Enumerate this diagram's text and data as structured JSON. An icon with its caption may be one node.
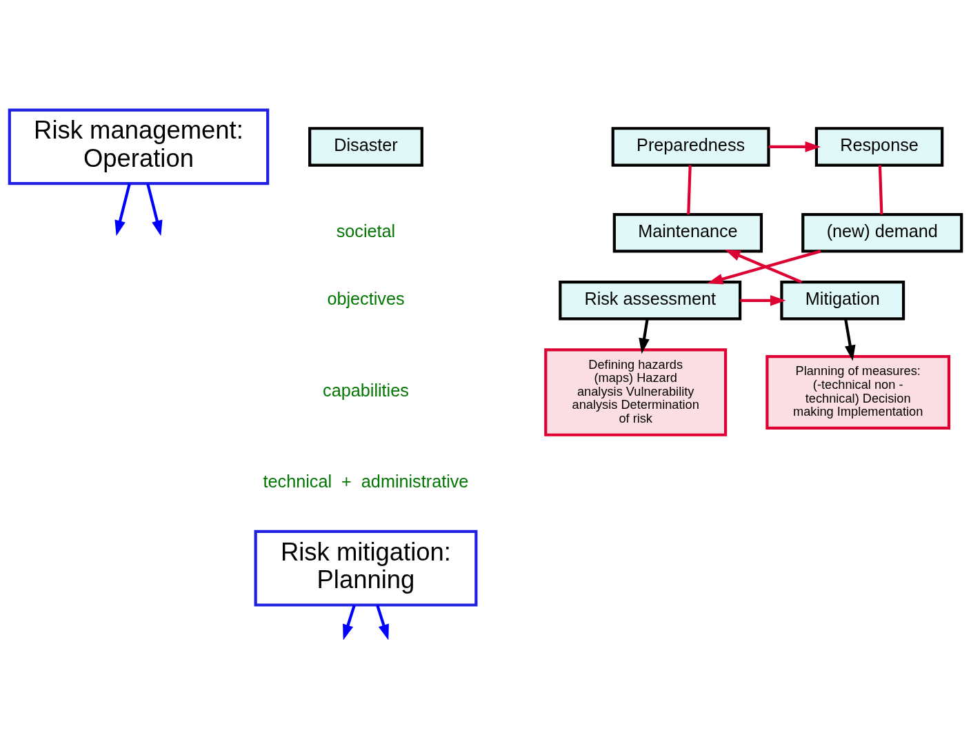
{
  "diagram": {
    "nodes": [
      {
        "text": [
          "Risk management: Operation"
        ]
      },
      {
        "text": [
          "Disaster"
        ]
      },
      {
        "text": [
          "Preparedness"
        ]
      },
      {
        "text": [
          "Response"
        ]
      },
      {
        "text": [
          "Maintenance"
        ]
      },
      {
        "text": [
          "(new) demand"
        ]
      },
      {
        "text": [
          "Mitigation"
        ]
      },
      {
        "text": [
          "Risk assessment"
        ]
      },
      {
        "text": [
          "Planning of measures: (-technical non - technical) Decision making Implementation"
        ]
      },
      {
        "text": [
          "Risk mitigation: Planning"
        ]
      },
      {
        "text": [
          "Defining hazards (maps) Hazard  analysis Vulnerability analysis Determination of risk"
        ]
      }
    ],
    "edges": [
      {
        "from": 2,
        "to": 3,
        "arrow": "to",
        "color": "#dd0033"
      },
      {
        "from": 3,
        "to": 5,
        "arrow": "none",
        "color": "#dd0033"
      },
      {
        "from": 5,
        "to": 7,
        "arrow": "to",
        "color": "#dd0033"
      },
      {
        "from": 7,
        "to": 6,
        "arrow": "to",
        "color": "#dd0033"
      },
      {
        "from": 6,
        "to": 4,
        "arrow": "to",
        "color": "#dd0033"
      },
      {
        "from": 4,
        "to": 2,
        "arrow": "none",
        "color": "#dd0033"
      },
      {
        "from": 0,
        "to": null,
        "arrow": "to",
        "color": "#0000ff"
      },
      {
        "from": 9,
        "to": null,
        "arrow": "to",
        "color": "#0000ff"
      },
      {
        "from": 0,
        "to": null,
        "arrow": "to",
        "color": "#0000ff"
      },
      {
        "from": 9,
        "to": null,
        "arrow": "to",
        "color": "#0000ff"
      },
      {
        "from": 6,
        "to": 8,
        "arrow": "to",
        "color": "#000000"
      },
      {
        "from": 7,
        "to": 10,
        "arrow": "to",
        "color": "#000000"
      }
    ],
    "labels": [
      "societal",
      "objectives",
      "capabilities",
      "technical  +  administrative"
    ]
  }
}
